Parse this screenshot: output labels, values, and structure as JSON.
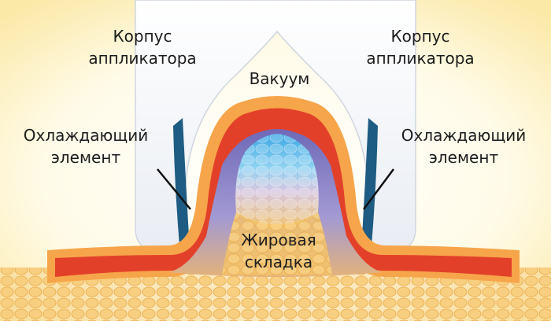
{
  "diagram": {
    "labels": {
      "left_body": [
        "Корпус",
        "аппликатора"
      ],
      "right_body": [
        "Корпус",
        "аппликатора"
      ],
      "vacuum": "Вакуум",
      "left_cooling": [
        "Охлаждающий",
        "элемент"
      ],
      "right_cooling": [
        "Охлаждающий",
        "элемент"
      ],
      "fat_fold": [
        "Жировая",
        "складка"
      ]
    },
    "colors": {
      "background": "#fdf3c4",
      "applicator": "#f3f5f9",
      "cooling_element": "#1f5c83",
      "skin_outer": "#f7a54a",
      "skin_red": "#e3402a",
      "fat_cold": "#4fb6ea",
      "fat_purple": "#8f86c9",
      "fat_warm": "#f3c36a"
    }
  }
}
